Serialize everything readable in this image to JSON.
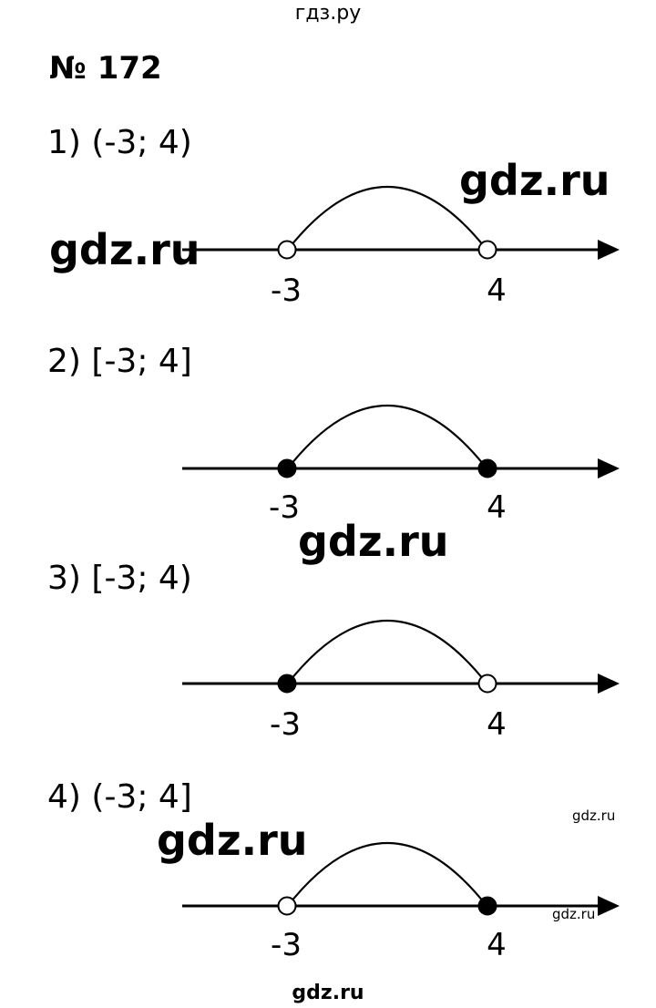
{
  "header": {
    "site": "гдз.ру"
  },
  "problem": {
    "title": "№ 172"
  },
  "items": [
    {
      "label": "1) (-3; 4)",
      "left_value": "-3",
      "right_value": "4",
      "left_closed": false,
      "right_closed": false
    },
    {
      "label": "2) [-3; 4]",
      "left_value": "-3",
      "right_value": "4",
      "left_closed": true,
      "right_closed": true
    },
    {
      "label": "3) [-3; 4)",
      "left_value": "-3",
      "right_value": "4",
      "left_closed": true,
      "right_closed": false
    },
    {
      "label": "4) (-3; 4]",
      "left_value": "-3",
      "right_value": "4",
      "left_closed": false,
      "right_closed": true
    }
  ],
  "watermarks": {
    "w1": "gdz.ru",
    "w2": "gdz.ru",
    "w3": "gdz.ru",
    "w4": "gdz.ru",
    "w5": "gdz.ru",
    "w6": "gdz.ru",
    "w7": "gdz.ru"
  }
}
